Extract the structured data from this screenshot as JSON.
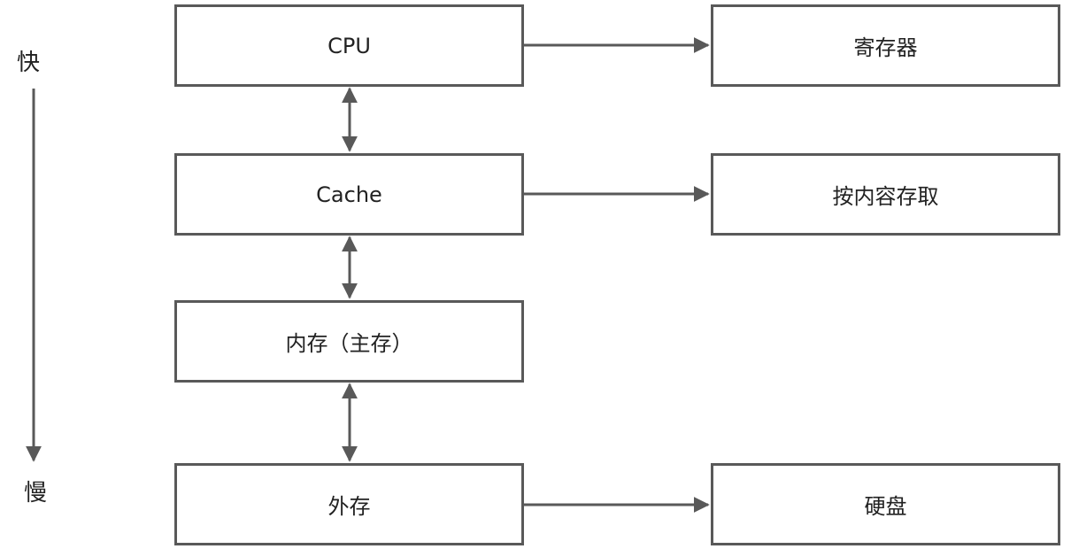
{
  "speed_axis": {
    "top_label": "快",
    "bottom_label": "慢"
  },
  "hierarchy": [
    {
      "id": "cpu",
      "label": "CPU"
    },
    {
      "id": "cache",
      "label": "Cache"
    },
    {
      "id": "main-memory",
      "label": "内存（主存）"
    },
    {
      "id": "external-storage",
      "label": "外存"
    }
  ],
  "annotations": [
    {
      "id": "registers",
      "label": "寄存器"
    },
    {
      "id": "content-addressed",
      "label": "按内容存取"
    },
    {
      "id": "hard-disk",
      "label": "硬盘"
    }
  ],
  "colors": {
    "line": "#595959",
    "text": "#222222",
    "background": "#ffffff"
  }
}
